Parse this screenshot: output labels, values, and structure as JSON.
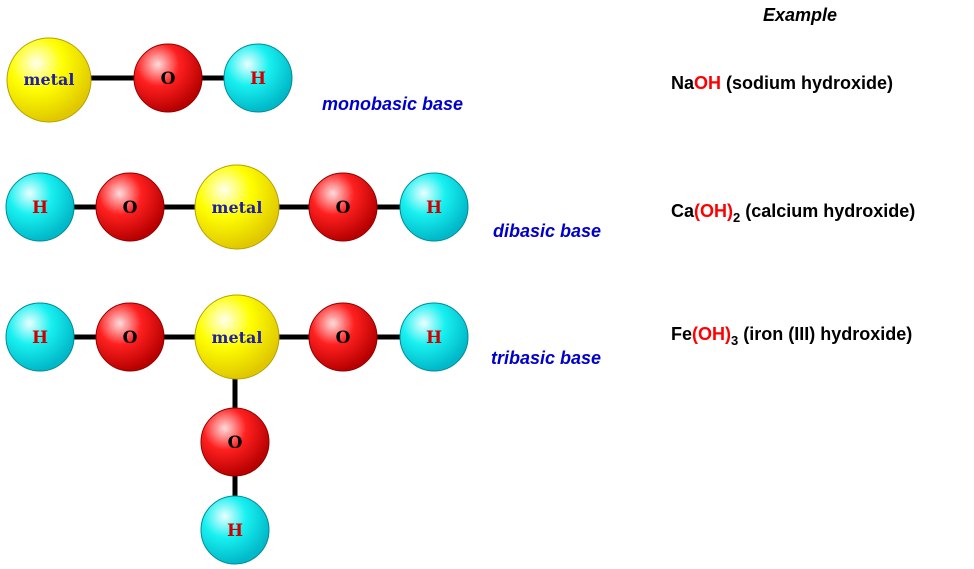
{
  "heading": "Example",
  "atom_labels": {
    "metal": "metal",
    "oxygen": "O",
    "hydrogen": "H"
  },
  "colors": {
    "metal": "#ffff00",
    "oxygen": "#ff0000",
    "hydrogen": "#00ffff",
    "caption": "#0000cc",
    "highlight": "#ff0000",
    "bond": "#000000"
  },
  "rows": [
    {
      "caption": "monobasic base",
      "example": {
        "pre": "Na",
        "hl": "OH",
        "sub": "",
        "post": " (sodium hydroxide)"
      }
    },
    {
      "caption": "dibasic base",
      "example": {
        "pre": "Ca",
        "hl": "(OH)",
        "sub": "2",
        "post": " (calcium hydroxide)"
      }
    },
    {
      "caption": "tribasic base",
      "example": {
        "pre": "Fe",
        "hl": "(OH)",
        "sub": "3",
        "post": " (iron (III) hydroxide)"
      }
    }
  ]
}
